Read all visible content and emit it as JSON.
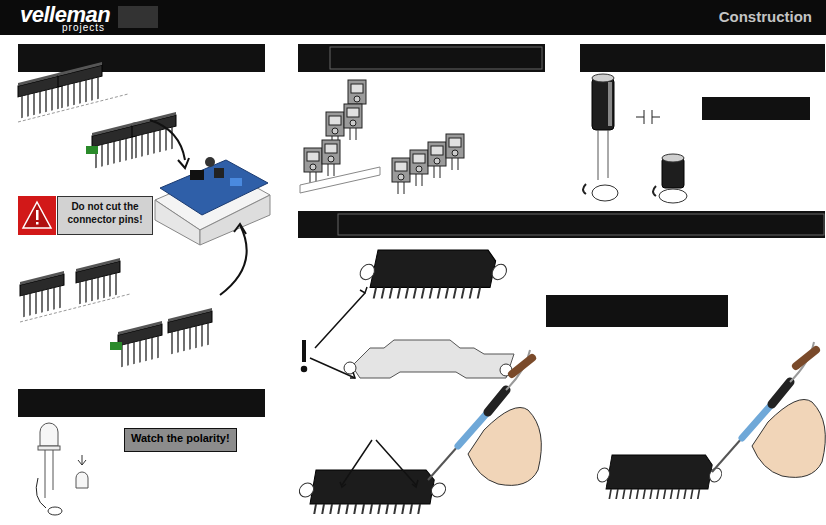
{
  "diagram": {
    "title": "Construction",
    "nodes": [
      {
        "text": [
          "Do not cut the connector pins!"
        ]
      },
      {
        "text": [
          "Watch the polarity!"
        ]
      }
    ],
    "labels": [
      "velleman",
      "projects"
    ]
  }
}
